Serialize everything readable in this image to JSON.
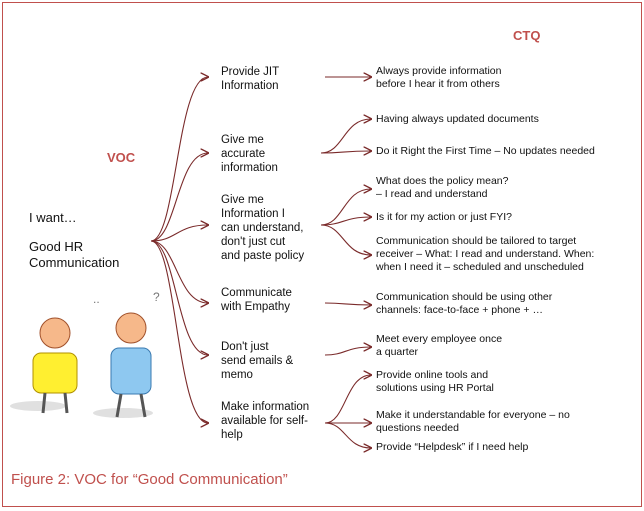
{
  "ctq_heading": "CTQ",
  "voc_heading": "VOC",
  "left": {
    "line1": "I want…",
    "line2": "Good HR",
    "line3": "Communication"
  },
  "needs": [
    [
      "Provide JIT",
      "Information"
    ],
    [
      "Give me",
      "accurate",
      "information"
    ],
    [
      "Give me",
      "Information I",
      "can understand,",
      "don't just cut",
      "and paste policy"
    ],
    [
      "Communicate",
      "with Empathy"
    ],
    [
      "Don't just",
      "send emails &",
      "memo"
    ],
    [
      "Make information",
      "available for self-",
      "help"
    ]
  ],
  "ctqs": [
    [
      "Always provide information",
      "before I hear it from others"
    ],
    [
      "Having always updated documents"
    ],
    [
      "Do it Right the First Time – No updates needed"
    ],
    [
      "What does the policy mean?",
      "– I read and understand"
    ],
    [
      "Is it for my action or just FYI?"
    ],
    [
      "Communication should be tailored to target",
      "receiver – What: I read and understand. When:",
      "when I need it – scheduled and unscheduled"
    ],
    [
      "Communication should be using other",
      "channels: face-to-face + phone + …"
    ],
    [
      "Meet every employee once",
      "a quarter"
    ],
    [
      "Provide online tools and",
      "solutions using HR Portal"
    ],
    [
      "Make it understandable for everyone – no",
      "questions needed"
    ],
    [
      "Provide “Helpdesk” if I need help"
    ]
  ],
  "caption": "Figure 2: VOC for “Good Communication”",
  "colors": {
    "arrow": "#7a2a2a",
    "accent": "#c0504d"
  }
}
